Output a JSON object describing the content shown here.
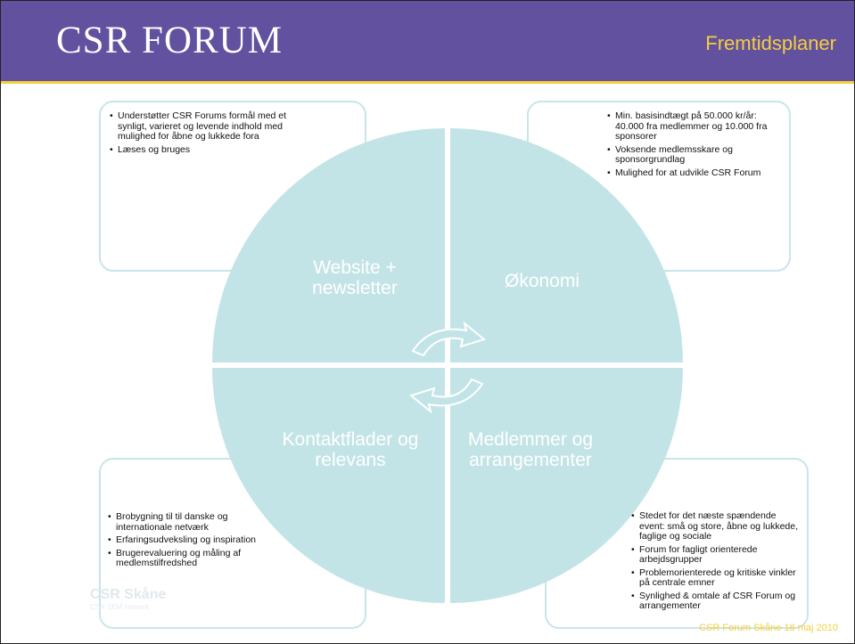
{
  "header": {
    "title": "CSR FORUM",
    "subtitle": "Fremtidsplaner"
  },
  "boxes": {
    "top_left": {
      "items": [
        "Understøtter CSR Forums formål med et synligt, varieret og levende indhold med mulighed for åbne og lukkede fora",
        "Læses og bruges"
      ]
    },
    "top_right": {
      "items": [
        "Min. basisindtægt på 50.000 kr/år: 40.000 fra medlemmer og 10.000 fra sponsorer",
        "Voksende medlemsskare og sponsorgrundlag",
        "Mulighed for at udvikle CSR Forum"
      ]
    },
    "bottom_left": {
      "items": [
        "Brobygning til til danske og internationale netværk",
        "Erfaringsudveksling og inspiration",
        "Brugerevaluering og måling af medlemstilfredshed"
      ]
    },
    "bottom_right": {
      "items": [
        "Stedet for det næste spændende event: små og store, åbne og lukkede, faglige og sociale",
        "Forum for fagligt orienterede arbejdsgrupper",
        "Problemorienterede og kritiske vinkler på centrale emner",
        "Synlighed & omtale af CSR Forum og arrangementer"
      ]
    }
  },
  "quadrants": {
    "top_left": "Website + newsletter",
    "top_right": "Økonomi",
    "bottom_left": "Kontaktflader og relevans",
    "bottom_right": "Medlemmer og arrangementer"
  },
  "logo": {
    "name": "CSR Skåne",
    "tagline": "CSR SEM network"
  },
  "footer": {
    "text": "CSR Forum Skåne 18 maj 2010"
  },
  "colors": {
    "header_bg": "#62519f",
    "accent": "#f4cf3c",
    "quadrant": "#c3e4e6",
    "box_border": "#c9e5e8"
  }
}
